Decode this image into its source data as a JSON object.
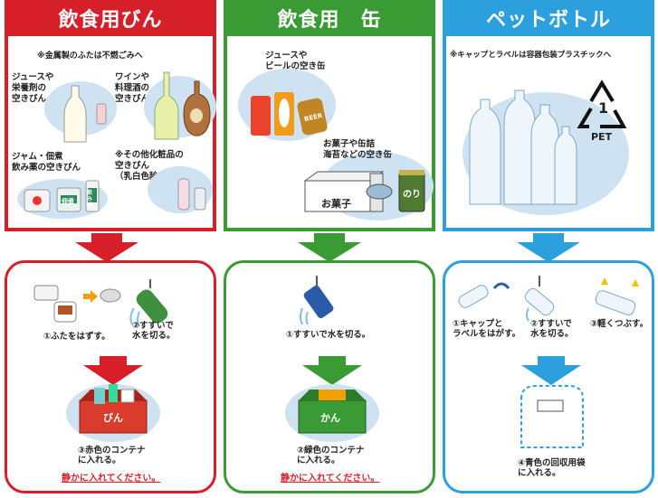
{
  "columns": [
    {
      "title": "飲食用びん",
      "color": "#d71f2a",
      "note": "※金属製のふたは不燃ごみへ",
      "labels": [
        "ジュースや\n栄養剤の\n空きびん",
        "ワインや\n料理酒の\n空きびん",
        "ジャム・佃煮\n飲み薬の空きびん",
        "※その他化粧品の\n空きびん\n（乳白色除く）"
      ],
      "jar_label": "佃煮",
      "bottle_label": "飲み薬",
      "steps": [
        "①ふたをはずす。",
        "②すすいで\n水を切る。",
        "③赤色のコンテナ\nに入れる。"
      ],
      "container_label": "びん",
      "warning": "静かに入れてください。"
    },
    {
      "title": "飲食用　缶",
      "color": "#3a9b35",
      "labels": [
        "ジュースや\nビールの空き缶",
        "お菓子や缶詰\n海苔などの空き缶"
      ],
      "beer_label": "BEER",
      "box_label": "お菓子",
      "nori_label": "のり",
      "steps": [
        "①すすいで水を切る。",
        "②緑色のコンテナ\nに入れる。"
      ],
      "container_label": "かん",
      "warning": "静かに入れてください。"
    },
    {
      "title": "ペットボトル",
      "color": "#2ba0dc",
      "note": "※キャップとラベルは容器包装プラスチックへ",
      "pet_number": "1",
      "pet_text": "PET",
      "steps": [
        "①キャップと\nラベルをはがす。",
        "②すすいで\n水を切る。",
        "③軽くつぶす。",
        "④青色の回収用袋\nに入れる。"
      ]
    }
  ]
}
